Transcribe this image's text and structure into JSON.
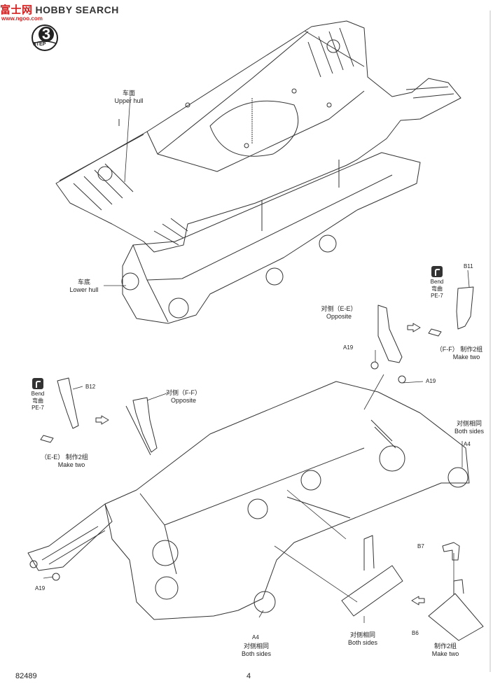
{
  "watermark": {
    "cn": "富士网",
    "en": "HOBBY SEARCH",
    "url": "www.ngoo.com"
  },
  "step": {
    "number": "3",
    "word": "STEP"
  },
  "labels": {
    "upper_hull_zh": "车面",
    "upper_hull_en": "Upper hull",
    "lower_hull_zh": "车底",
    "lower_hull_en": "Lower hull",
    "opp_ee_zh": "对侧（E-E）",
    "opp_ee_en": "Opposite",
    "opp_ff_zh": "对侧（F-F）",
    "opp_ff_en": "Opposite",
    "ff_make_zh": "（F-F）  制作2组",
    "ff_make_en": "Make two",
    "ee_make_zh": "（E-E）  制作2组",
    "ee_make_en": "Make two",
    "both_a4_right_zh": "对侧相同",
    "both_a4_right_en": "Both sides",
    "both_a4_bottom_zh": "对侧相同",
    "both_a4_bottom_en": "Both sides",
    "both_center_zh": "对侧相同",
    "both_center_en": "Both sides",
    "b6_make_zh": "制作2组",
    "b6_make_en": "Make two"
  },
  "part_codes": {
    "b11": "B11",
    "b12": "B12",
    "a19_top": "A19",
    "a19_mid": "A19",
    "a19_bottom": "A19",
    "a4_right": "A4",
    "a4_bottom": "A4",
    "b7": "B7",
    "b6": "B6"
  },
  "bend_right": {
    "word": "Bend",
    "zh": "弯曲",
    "pe": "PE-7"
  },
  "bend_left": {
    "word": "Bend",
    "zh": "弯曲",
    "pe": "PE-7"
  },
  "footer": {
    "product_code": "82489",
    "page_number": "4"
  }
}
